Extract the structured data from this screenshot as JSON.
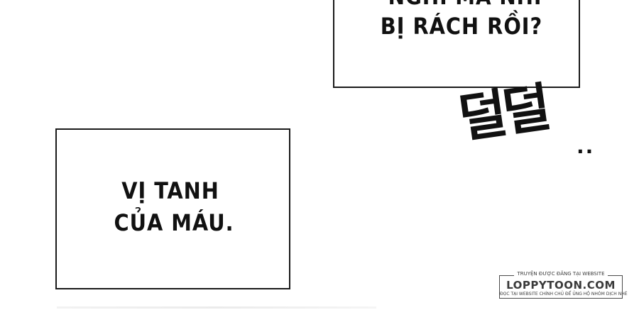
{
  "panel_top": {
    "partial_line": "NGHĨ MÀ NHỈ",
    "line": "BỊ RÁCH RỒI?"
  },
  "panel_bottom": {
    "line1": "VỊ TANH",
    "line2": "CỦA MÁU."
  },
  "sfx": {
    "text": "덜덜",
    "dots": ".."
  },
  "watermark": {
    "top": "TRUYỆN ĐƯỢC ĐĂNG TẠI WEBSITE",
    "main": "LOPPYTOON.COM",
    "sub": "ĐỌC TẠI WEBSITE CHÍNH CHỦ ĐỂ ỦNG HỘ NHÓM DỊCH NHÉ"
  }
}
